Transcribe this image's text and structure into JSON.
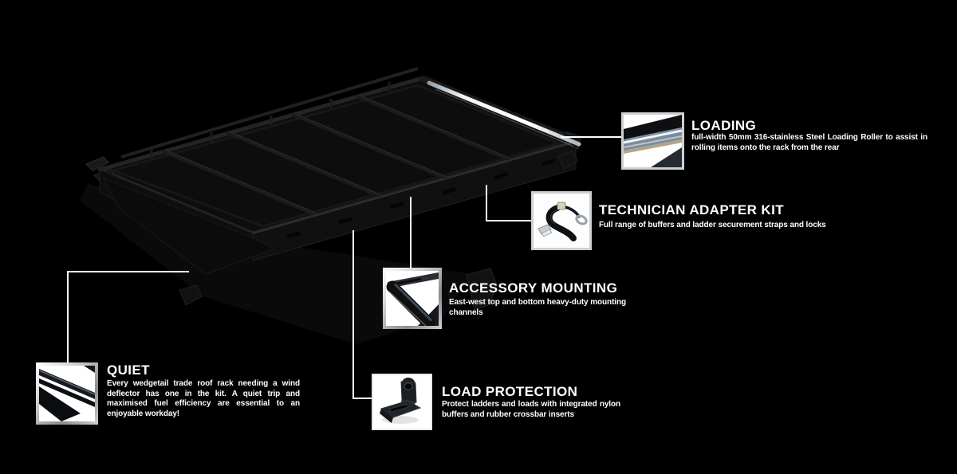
{
  "page": {
    "background_color": "#000000",
    "text_color": "#ffffff",
    "callout_line_color": "#ffffff"
  },
  "illustration": {
    "name": "trade roof rack perspective view",
    "roller_highlight_color": "#f2f5f8"
  },
  "features": [
    {
      "id": "loading",
      "title": "LOADING",
      "description": "full-width 50mm 316-stainless Steel Loading Roller to assist in rolling items onto the rack from the rear",
      "thumbnail": "loading-roller-photo"
    },
    {
      "id": "technician-adapter-kit",
      "title": "TECHNICIAN ADAPTER KIT",
      "description": "Full range of buffers and ladder securement straps and locks",
      "thumbnail": "strap-and-hook-kit-photo"
    },
    {
      "id": "accessory-mounting",
      "title": "ACCESSORY MOUNTING",
      "description": "East-west top and bottom heavy-duty mounting channels",
      "thumbnail": "mounting-channel-photo"
    },
    {
      "id": "load-protection",
      "title": "LOAD PROTECTION",
      "description": "Protect ladders and loads with integrated nylon buffers and rubber crossbar inserts",
      "thumbnail": "nylon-buffer-bracket-photo"
    },
    {
      "id": "quiet",
      "title": "QUIET",
      "description": "Every wedgetail trade roof rack needing a wind deflector has one in the kit. A quiet trip and maximised fuel efficiency are essential to an enjoyable workday!",
      "thumbnail": "wind-deflector-photo"
    }
  ]
}
